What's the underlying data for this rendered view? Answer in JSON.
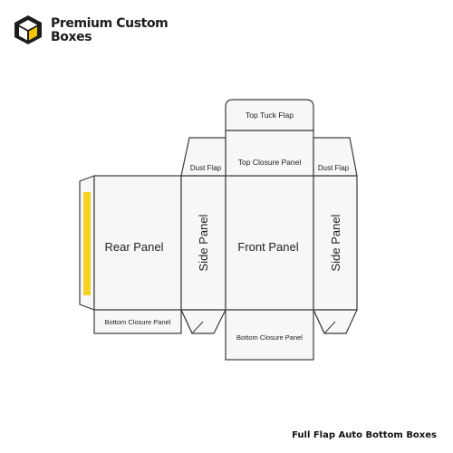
{
  "brand": {
    "name_line1": "Premium Custom",
    "name_line2": "Boxes",
    "icon": "box-logo-icon",
    "accent_color": "#f2c500",
    "dark_color": "#1d1d1d"
  },
  "diagram": {
    "panels": {
      "top_tuck_flap": "Top Tuck Flap",
      "top_closure_panel": "Top Closure Panel",
      "dust_flap_left": "Dust Flap",
      "dust_flap_right": "Dust Flap",
      "rear_panel": "Rear Panel",
      "side_panel_left": "Side Panel",
      "front_panel": "Front Panel",
      "side_panel_right": "Side Panel",
      "bottom_closure_left": "Bottom Closure Panel",
      "bottom_closure_center": "Bottom Closure Panel"
    },
    "glue_flap_color": "#f5d21f",
    "line_color": "#3c3c3c",
    "fill_color": "#f7f7f7"
  },
  "caption": "Full Flap Auto Bottom Boxes"
}
